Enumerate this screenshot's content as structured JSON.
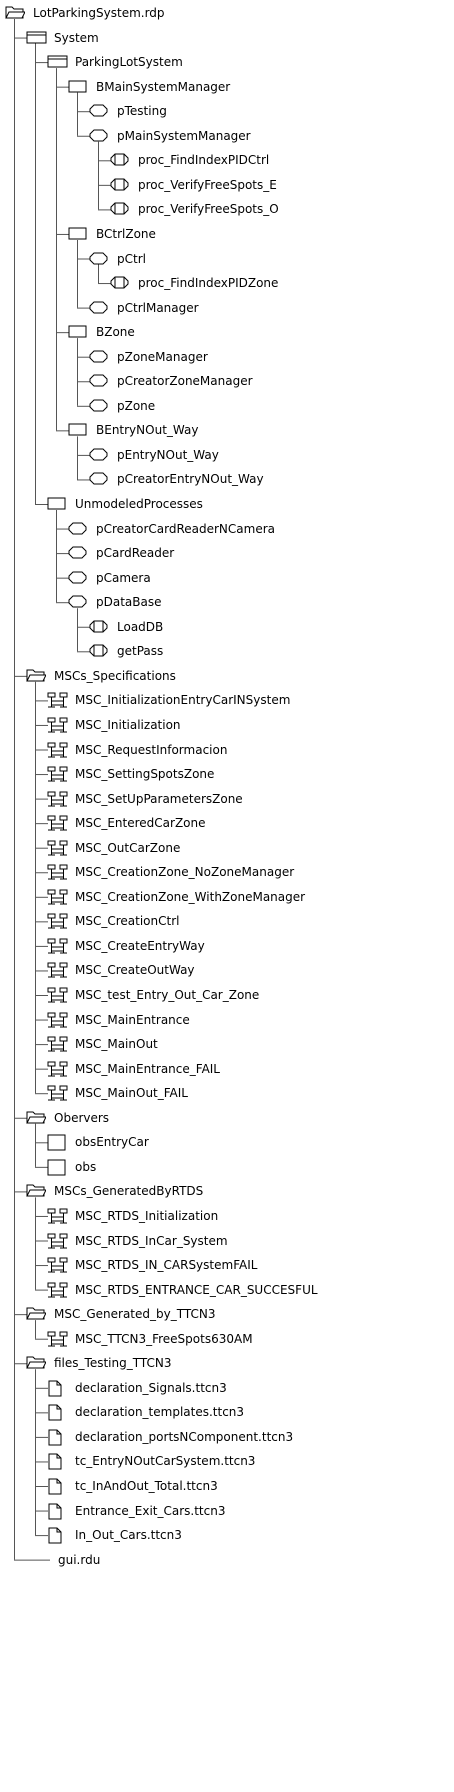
{
  "tree": [
    {
      "label": "LotParkingSystem.rdp",
      "icon": "folder-open-icon",
      "depth": 0
    },
    {
      "label": "System",
      "icon": "system-block-icon",
      "depth": 1
    },
    {
      "label": "ParkingLotSystem",
      "icon": "system-block-icon",
      "depth": 2
    },
    {
      "label": "BMainSystemManager",
      "icon": "block-icon",
      "depth": 3
    },
    {
      "label": "pTesting",
      "icon": "process-icon",
      "depth": 4
    },
    {
      "label": "pMainSystemManager",
      "icon": "process-icon",
      "depth": 4
    },
    {
      "label": "proc_FindIndexPIDCtrl",
      "icon": "procedure-icon",
      "depth": 5
    },
    {
      "label": "proc_VerifyFreeSpots_E",
      "icon": "procedure-icon",
      "depth": 5
    },
    {
      "label": "proc_VerifyFreeSpots_O",
      "icon": "procedure-icon",
      "depth": 5
    },
    {
      "label": "BCtrlZone",
      "icon": "block-icon",
      "depth": 3
    },
    {
      "label": "pCtrl",
      "icon": "process-icon",
      "depth": 4
    },
    {
      "label": "proc_FindIndexPIDZone",
      "icon": "procedure-icon",
      "depth": 5
    },
    {
      "label": "pCtrlManager",
      "icon": "process-icon",
      "depth": 4
    },
    {
      "label": "BZone",
      "icon": "block-icon",
      "depth": 3
    },
    {
      "label": "pZoneManager",
      "icon": "process-icon",
      "depth": 4
    },
    {
      "label": "pCreatorZoneManager",
      "icon": "process-icon",
      "depth": 4
    },
    {
      "label": "pZone",
      "icon": "process-icon",
      "depth": 4
    },
    {
      "label": "BEntryNOut_Way",
      "icon": "block-icon",
      "depth": 3
    },
    {
      "label": "pEntryNOut_Way",
      "icon": "process-icon",
      "depth": 4
    },
    {
      "label": "pCreatorEntryNOut_Way",
      "icon": "process-icon",
      "depth": 4
    },
    {
      "label": "UnmodeledProcesses",
      "icon": "block-icon",
      "depth": 2
    },
    {
      "label": "pCreatorCardReaderNCamera",
      "icon": "process-icon",
      "depth": 3
    },
    {
      "label": "pCardReader",
      "icon": "process-icon",
      "depth": 3
    },
    {
      "label": "pCamera",
      "icon": "process-icon",
      "depth": 3
    },
    {
      "label": "pDataBase",
      "icon": "process-icon",
      "depth": 3
    },
    {
      "label": "LoadDB",
      "icon": "procedure-icon",
      "depth": 4
    },
    {
      "label": "getPass",
      "icon": "procedure-icon",
      "depth": 4
    },
    {
      "label": "MSCs_Specifications",
      "icon": "folder-open-icon",
      "depth": 1
    },
    {
      "label": "MSC_InitializationEntryCarINSystem",
      "icon": "msc-icon",
      "depth": 2
    },
    {
      "label": "MSC_Initialization",
      "icon": "msc-icon",
      "depth": 2
    },
    {
      "label": "MSC_RequestInformacion",
      "icon": "msc-icon",
      "depth": 2
    },
    {
      "label": "MSC_SettingSpotsZone",
      "icon": "msc-icon",
      "depth": 2
    },
    {
      "label": "MSC_SetUpParametersZone",
      "icon": "msc-icon",
      "depth": 2
    },
    {
      "label": "MSC_EnteredCarZone",
      "icon": "msc-icon",
      "depth": 2
    },
    {
      "label": "MSC_OutCarZone",
      "icon": "msc-icon",
      "depth": 2
    },
    {
      "label": "MSC_CreationZone_NoZoneManager",
      "icon": "msc-icon",
      "depth": 2
    },
    {
      "label": "MSC_CreationZone_WithZoneManager",
      "icon": "msc-icon",
      "depth": 2
    },
    {
      "label": "MSC_CreationCtrl",
      "icon": "msc-icon",
      "depth": 2
    },
    {
      "label": "MSC_CreateEntryWay",
      "icon": "msc-icon",
      "depth": 2
    },
    {
      "label": "MSC_CreateOutWay",
      "icon": "msc-icon",
      "depth": 2
    },
    {
      "label": "MSC_test_Entry_Out_Car_Zone",
      "icon": "msc-icon",
      "depth": 2
    },
    {
      "label": "MSC_MainEntrance",
      "icon": "msc-icon",
      "depth": 2
    },
    {
      "label": "MSC_MainOut",
      "icon": "msc-icon",
      "depth": 2
    },
    {
      "label": "MSC_MainEntrance_FAIL",
      "icon": "msc-icon",
      "depth": 2
    },
    {
      "label": "MSC_MainOut_FAIL",
      "icon": "msc-icon",
      "depth": 2
    },
    {
      "label": "Obervers",
      "icon": "folder-open-icon",
      "depth": 1
    },
    {
      "label": "obsEntryCar",
      "icon": "observer-icon",
      "depth": 2
    },
    {
      "label": "obs",
      "icon": "observer-icon",
      "depth": 2
    },
    {
      "label": "MSCs_GeneratedByRTDS",
      "icon": "folder-open-icon",
      "depth": 1
    },
    {
      "label": "MSC_RTDS_Initialization",
      "icon": "msc-icon",
      "depth": 2
    },
    {
      "label": "MSC_RTDS_InCar_System",
      "icon": "msc-icon",
      "depth": 2
    },
    {
      "label": "MSC_RTDS_IN_CARSystemFAIL",
      "icon": "msc-icon",
      "depth": 2
    },
    {
      "label": "MSC_RTDS_ENTRANCE_CAR_SUCCESFUL",
      "icon": "msc-icon",
      "depth": 2
    },
    {
      "label": "MSC_Generated_by_TTCN3",
      "icon": "folder-open-icon",
      "depth": 1
    },
    {
      "label": "MSC_TTCN3_FreeSpots630AM",
      "icon": "msc-icon",
      "depth": 2
    },
    {
      "label": "files_Testing_TTCN3",
      "icon": "folder-open-icon",
      "depth": 1
    },
    {
      "label": "declaration_Signals.ttcn3",
      "icon": "file-icon",
      "depth": 2
    },
    {
      "label": "declaration_templates.ttcn3",
      "icon": "file-icon",
      "depth": 2
    },
    {
      "label": "declaration_portsNComponent.ttcn3",
      "icon": "file-icon",
      "depth": 2
    },
    {
      "label": "tc_EntryNOutCarSystem.ttcn3",
      "icon": "file-icon",
      "depth": 2
    },
    {
      "label": "tc_InAndOut_Total.ttcn3",
      "icon": "file-icon",
      "depth": 2
    },
    {
      "label": "Entrance_Exit_Cars.ttcn3",
      "icon": "file-icon",
      "depth": 2
    },
    {
      "label": "In_Out_Cars.ttcn3",
      "icon": "file-icon",
      "depth": 2
    },
    {
      "label": "gui.rdu",
      "icon": "none",
      "depth": 1
    }
  ]
}
